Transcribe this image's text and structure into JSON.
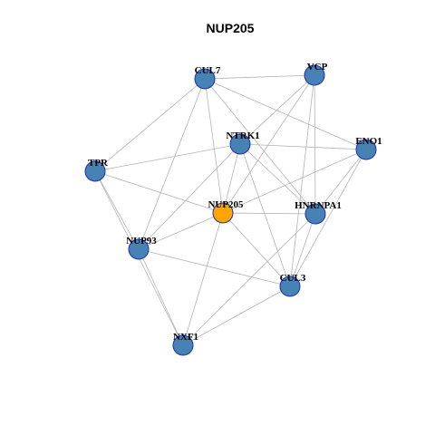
{
  "title": "NUP205",
  "colors": {
    "node_default": "#4682B4",
    "node_highlight": "#FFA500",
    "node_border": "#1F2FB5",
    "edge": "#B3B3B3"
  },
  "nodes": [
    {
      "id": "CUL7",
      "label": "CUL7",
      "highlight": false
    },
    {
      "id": "VCP",
      "label": "VCP",
      "highlight": false
    },
    {
      "id": "NTRK1",
      "label": "NTRK1",
      "highlight": false
    },
    {
      "id": "ENO1",
      "label": "ENO1",
      "highlight": false
    },
    {
      "id": "TPR",
      "label": "TPR",
      "highlight": false
    },
    {
      "id": "NUP205",
      "label": "NUP205",
      "highlight": true
    },
    {
      "id": "HNRNPA1",
      "label": "HNRNPA1",
      "highlight": false
    },
    {
      "id": "NUP93",
      "label": "NUP93",
      "highlight": false
    },
    {
      "id": "CUL3",
      "label": "CUL3",
      "highlight": false
    },
    {
      "id": "NXF1",
      "label": "NXF1",
      "highlight": false
    }
  ],
  "edges": [
    [
      "CUL7",
      "VCP"
    ],
    [
      "CUL7",
      "ENO1"
    ],
    [
      "CUL7",
      "TPR"
    ],
    [
      "CUL7",
      "NUP205"
    ],
    [
      "CUL7",
      "NUP93"
    ],
    [
      "CUL7",
      "HNRNPA1"
    ],
    [
      "VCP",
      "NTRK1"
    ],
    [
      "VCP",
      "NUP205"
    ],
    [
      "VCP",
      "CUL3"
    ],
    [
      "VCP",
      "HNRNPA1"
    ],
    [
      "NTRK1",
      "TPR"
    ],
    [
      "NTRK1",
      "ENO1"
    ],
    [
      "NTRK1",
      "NUP93"
    ],
    [
      "NTRK1",
      "NUP205"
    ],
    [
      "NTRK1",
      "CUL3"
    ],
    [
      "NTRK1",
      "HNRNPA1"
    ],
    [
      "ENO1",
      "NUP205"
    ],
    [
      "ENO1",
      "HNRNPA1"
    ],
    [
      "ENO1",
      "CUL3"
    ],
    [
      "TPR",
      "NUP205"
    ],
    [
      "TPR",
      "NUP93"
    ],
    [
      "TPR",
      "NXF1"
    ],
    [
      "NUP205",
      "HNRNPA1"
    ],
    [
      "NUP205",
      "NUP93"
    ],
    [
      "NUP205",
      "CUL3"
    ],
    [
      "NUP205",
      "NXF1"
    ],
    [
      "NUP93",
      "CUL3"
    ],
    [
      "NUP93",
      "NXF1"
    ],
    [
      "HNRNPA1",
      "NXF1"
    ],
    [
      "HNRNPA1",
      "CUL3"
    ],
    [
      "CUL3",
      "NXF1"
    ]
  ]
}
